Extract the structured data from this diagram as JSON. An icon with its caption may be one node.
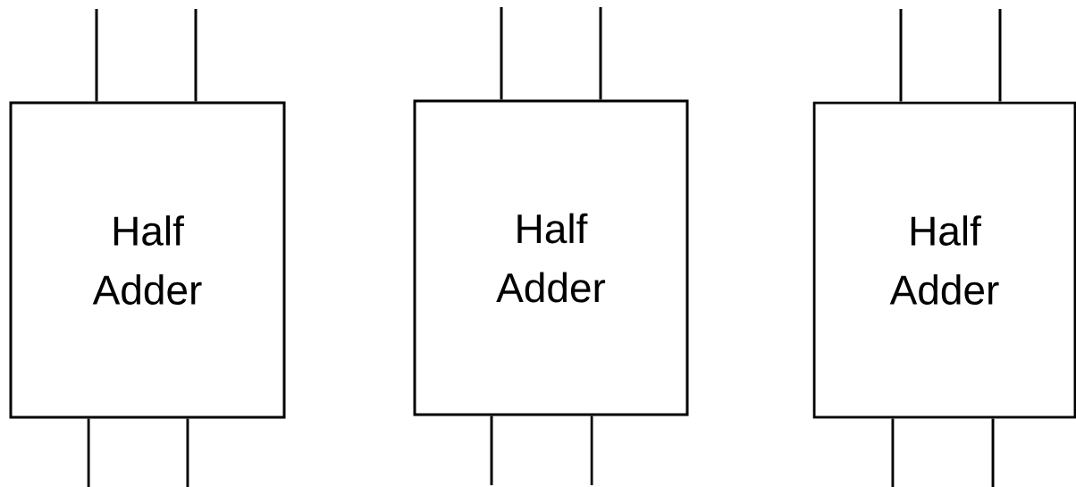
{
  "diagram": {
    "nodes": [
      {
        "text": [
          "Half Adder"
        ]
      },
      {
        "text": [
          "Half Adder"
        ]
      },
      {
        "text": [
          "Half Adder"
        ]
      }
    ],
    "edges": [
      {
        "from": null,
        "to": 0,
        "arrow": "none"
      },
      {
        "from": null,
        "to": 0,
        "arrow": "none"
      },
      {
        "from": 0,
        "to": null,
        "arrow": "none"
      },
      {
        "from": 0,
        "to": null,
        "arrow": "none"
      },
      {
        "from": null,
        "to": 1,
        "arrow": "none"
      },
      {
        "from": null,
        "to": 1,
        "arrow": "none"
      },
      {
        "from": 1,
        "to": null,
        "arrow": "none"
      },
      {
        "from": 1,
        "to": null,
        "arrow": "none"
      },
      {
        "from": null,
        "to": 2,
        "arrow": "none"
      },
      {
        "from": null,
        "to": 2,
        "arrow": "none"
      },
      {
        "from": 2,
        "to": null,
        "arrow": "none"
      },
      {
        "from": 2,
        "to": null,
        "arrow": "none"
      }
    ]
  }
}
